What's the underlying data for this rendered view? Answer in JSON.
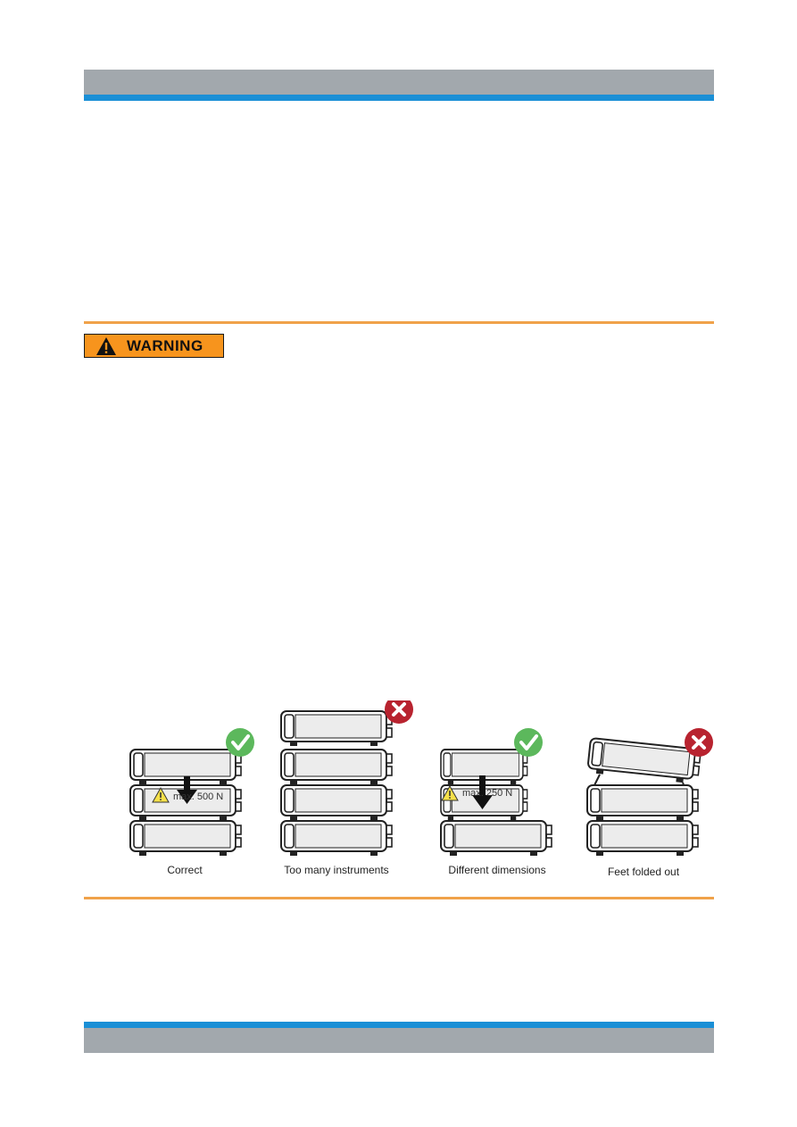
{
  "warning": {
    "label": "WARNING",
    "icon": "warning-triangle-icon",
    "badge_color": "#f7941d"
  },
  "colors": {
    "header_grey": "#a2a8ad",
    "header_blue": "#1a8fd6",
    "rule_orange": "#f0a24a",
    "ok_green": "#5cb85c",
    "error_red": "#b8232f"
  },
  "figure": {
    "panels": [
      {
        "caption": "Correct",
        "status": "check-icon",
        "load_label": "max. 500 N"
      },
      {
        "caption": "Too many instruments",
        "status": "cross-icon"
      },
      {
        "caption": "Different dimensions",
        "status": "check-icon",
        "load_label": "max. 250 N"
      },
      {
        "caption": "Feet folded out",
        "status": "cross-icon"
      }
    ]
  }
}
